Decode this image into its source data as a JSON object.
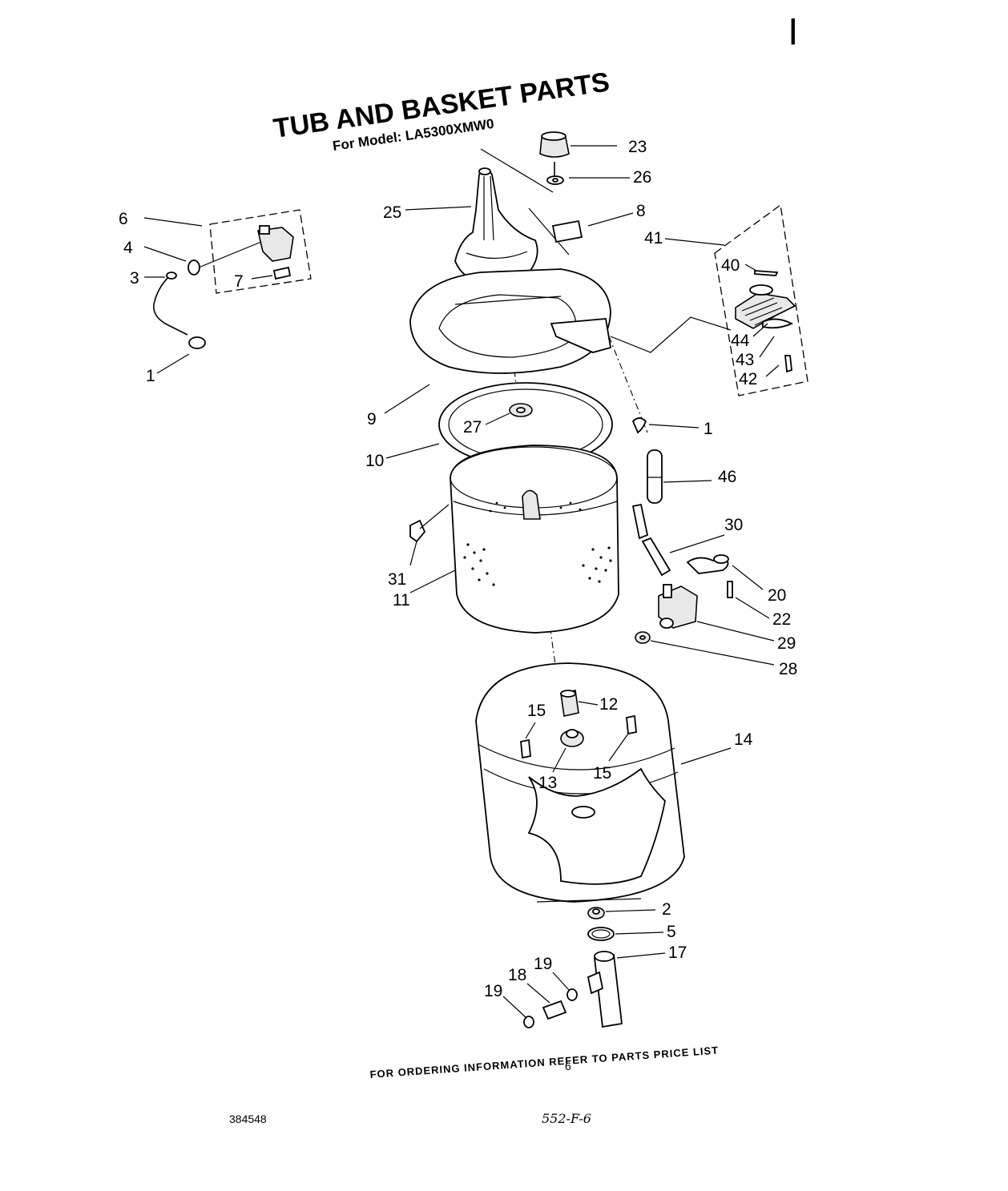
{
  "title": "TUB AND BASKET PARTS",
  "subtitle": "For Model: LA5300XMW0",
  "footer_note": "FOR ORDERING INFORMATION REFER TO PARTS PRICE LIST",
  "page_number": "6",
  "doc_number": "384548",
  "handwritten_code": "552-F-6",
  "corner_mark": "|",
  "callouts": {
    "c1a": "1",
    "c1b": "1",
    "c2": "2",
    "c3": "3",
    "c4": "4",
    "c5": "5",
    "c6": "6",
    "c7": "7",
    "c8": "8",
    "c9": "9",
    "c10": "10",
    "c11": "11",
    "c12": "12",
    "c13": "13",
    "c14": "14",
    "c15a": "15",
    "c15b": "15",
    "c17": "17",
    "c18": "18",
    "c19a": "19",
    "c19b": "19",
    "c20": "20",
    "c22": "22",
    "c23": "23",
    "c25": "25",
    "c26": "26",
    "c27": "27",
    "c28": "28",
    "c29": "29",
    "c30": "30",
    "c31": "31",
    "c40": "40",
    "c41": "41",
    "c42": "42",
    "c43": "43",
    "c44": "44",
    "c46": "46"
  }
}
